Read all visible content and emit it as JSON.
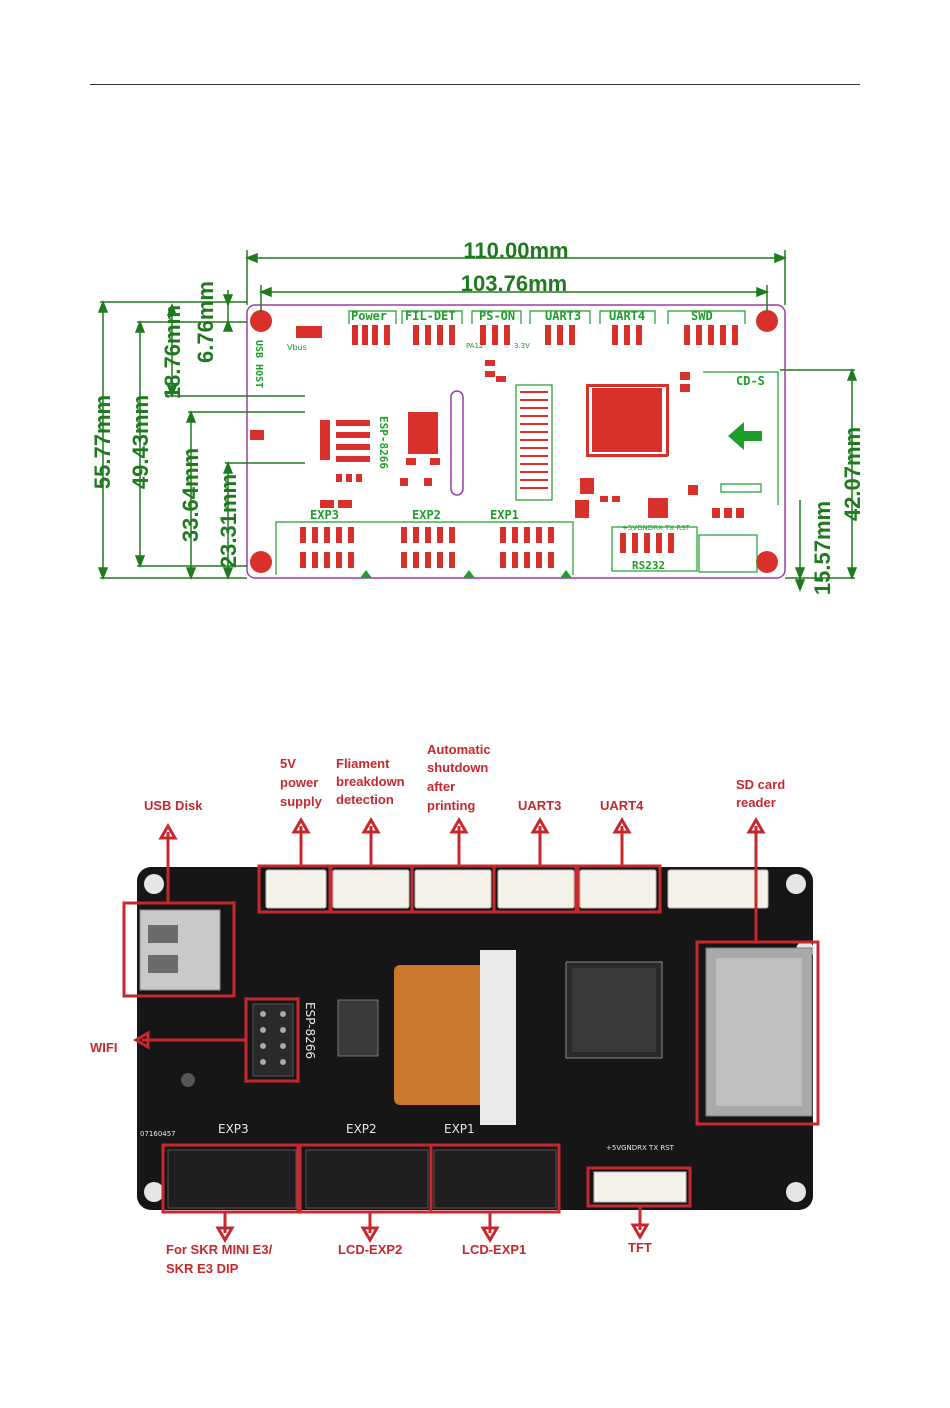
{
  "dimensions": {
    "width_total": "110.00mm",
    "width_holes": "103.76mm",
    "left": [
      "55.77mm",
      "49.43mm",
      "18.76mm",
      "6.76mm",
      "33.64mm",
      "23.31mm"
    ],
    "right": [
      "42.07mm",
      "15.57mm"
    ]
  },
  "pcb_labels": {
    "power": "Power",
    "fil_det": "FIL-DET",
    "ps_on": "PS-ON",
    "uart3": "UART3",
    "uart4": "UART4",
    "swd": "SWD",
    "usb_host": "USB HOST",
    "vbus": "Vbus",
    "esp": "ESP-8266",
    "cd_s": "CD-S",
    "exp3": "EXP3",
    "exp2": "EXP2",
    "exp1": "EXP1",
    "rs232": "RS232",
    "pa12": "PA12",
    "v33": "3.3V",
    "tft_pins": "+5VGNDRX TX RST",
    "board_code": "07160457"
  },
  "annotations": {
    "usb_disk": "USB Disk",
    "power_supply": [
      "5V",
      "power",
      "supply"
    ],
    "filament": [
      "Fliament",
      "breakdown",
      "detection"
    ],
    "auto_shutdown": [
      "Automatic",
      "shutdown",
      "after",
      "printing"
    ],
    "uart3": "UART3",
    "uart4": "UART4",
    "sd_card": [
      "SD card",
      "reader"
    ],
    "wifi": "WIFI",
    "exp3_target": [
      "For SKR MINI E3/",
      "SKR E3 DIP"
    ],
    "lcd_exp2": "LCD-EXP2",
    "lcd_exp1": "LCD-EXP1",
    "tft": "TFT"
  },
  "colors": {
    "dimension_green": "#1f7a1f",
    "pad_red": "#d8312c",
    "outline_purple": "#9b3fa6",
    "annotation_red": "#c7282e",
    "board_black": "#161616"
  }
}
